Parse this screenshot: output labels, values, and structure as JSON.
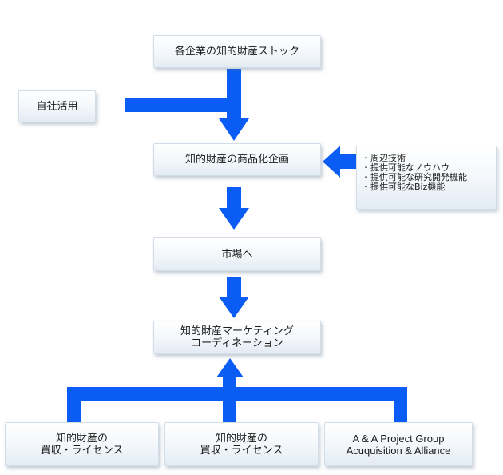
{
  "nodes": {
    "stock": {
      "label": "各企業の知的財産ストック"
    },
    "self_use": {
      "label": "自社活用"
    },
    "commercialization": {
      "label": "知的財産の商品化企画"
    },
    "tech_list": {
      "items": [
        "・周辺技術",
        "・提供可能なノウハウ",
        "・提供可能な研究開発機能",
        "・提供可能なBiz機能"
      ]
    },
    "market": {
      "label": "市場へ"
    },
    "marketing": {
      "lines": [
        "知的財産マーケティング",
        "コーディネーション"
      ]
    },
    "buy_license_1": {
      "lines": [
        "知的財産の",
        "買収・ライセンス"
      ]
    },
    "buy_license_2": {
      "lines": [
        "知的財産の",
        "買収・ライセンス"
      ]
    },
    "aa_project": {
      "lines": [
        "A & A Project Group",
        "Acuquisition & Alliance"
      ]
    }
  },
  "colors": {
    "arrow": "#0a5cf5",
    "box_border": "#d3dde7",
    "text": "#1c1c1c"
  }
}
